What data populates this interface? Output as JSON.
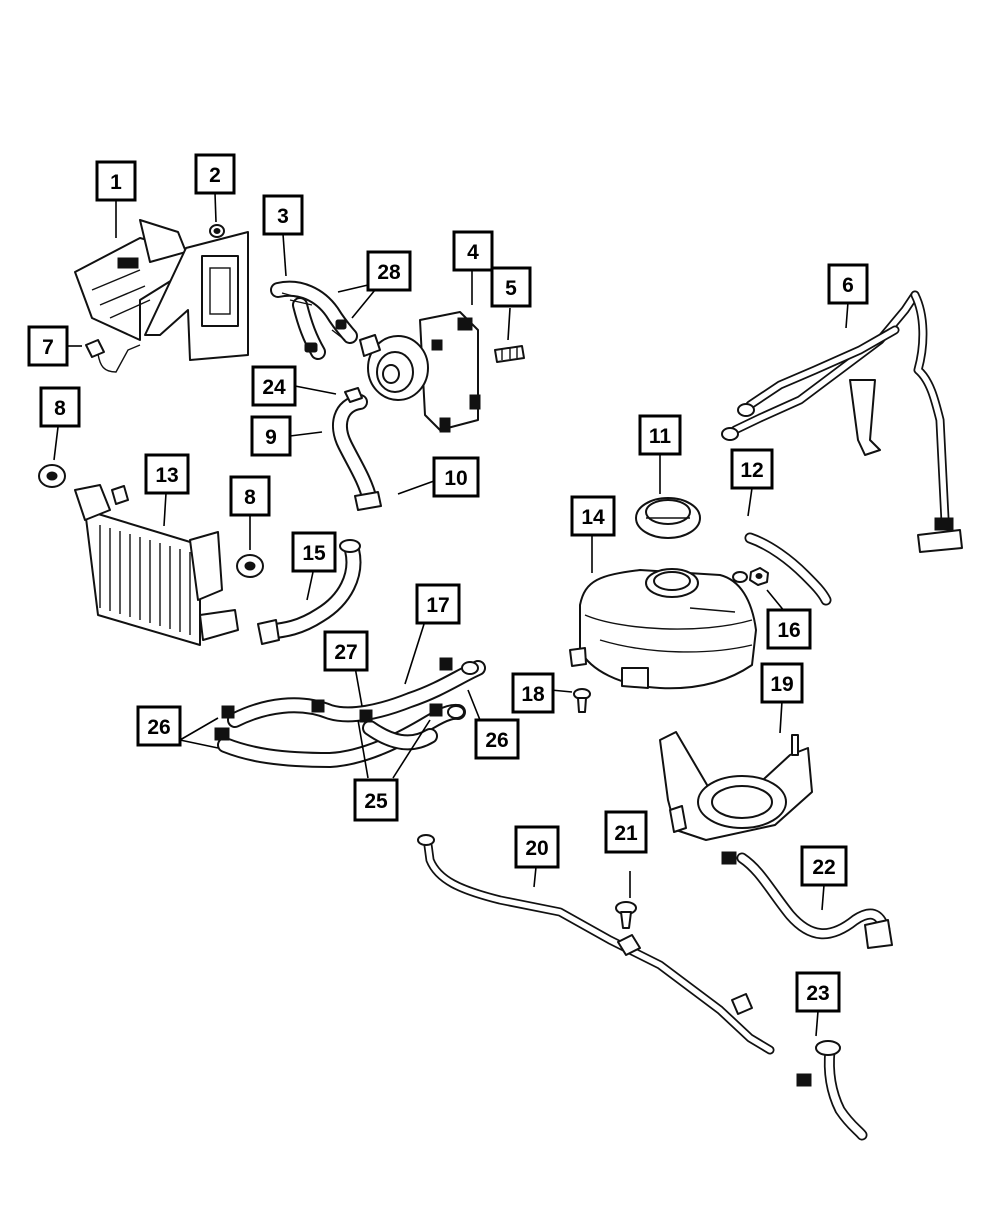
{
  "callouts": [
    {
      "id": "c1",
      "label": "1"
    },
    {
      "id": "c2",
      "label": "2"
    },
    {
      "id": "c3",
      "label": "3"
    },
    {
      "id": "c4",
      "label": "4"
    },
    {
      "id": "c5",
      "label": "5"
    },
    {
      "id": "c6",
      "label": "6"
    },
    {
      "id": "c7",
      "label": "7"
    },
    {
      "id": "c8a",
      "label": "8"
    },
    {
      "id": "c8b",
      "label": "8"
    },
    {
      "id": "c9",
      "label": "9"
    },
    {
      "id": "c10",
      "label": "10"
    },
    {
      "id": "c11",
      "label": "11"
    },
    {
      "id": "c12",
      "label": "12"
    },
    {
      "id": "c13",
      "label": "13"
    },
    {
      "id": "c14",
      "label": "14"
    },
    {
      "id": "c15",
      "label": "15"
    },
    {
      "id": "c16",
      "label": "16"
    },
    {
      "id": "c17",
      "label": "17"
    },
    {
      "id": "c18",
      "label": "18"
    },
    {
      "id": "c19",
      "label": "19"
    },
    {
      "id": "c20",
      "label": "20"
    },
    {
      "id": "c21",
      "label": "21"
    },
    {
      "id": "c22",
      "label": "22"
    },
    {
      "id": "c23",
      "label": "23"
    },
    {
      "id": "c24",
      "label": "24"
    },
    {
      "id": "c25",
      "label": "25"
    },
    {
      "id": "c26a",
      "label": "26"
    },
    {
      "id": "c26b",
      "label": "26"
    },
    {
      "id": "c27",
      "label": "27"
    },
    {
      "id": "c28",
      "label": "28"
    }
  ]
}
